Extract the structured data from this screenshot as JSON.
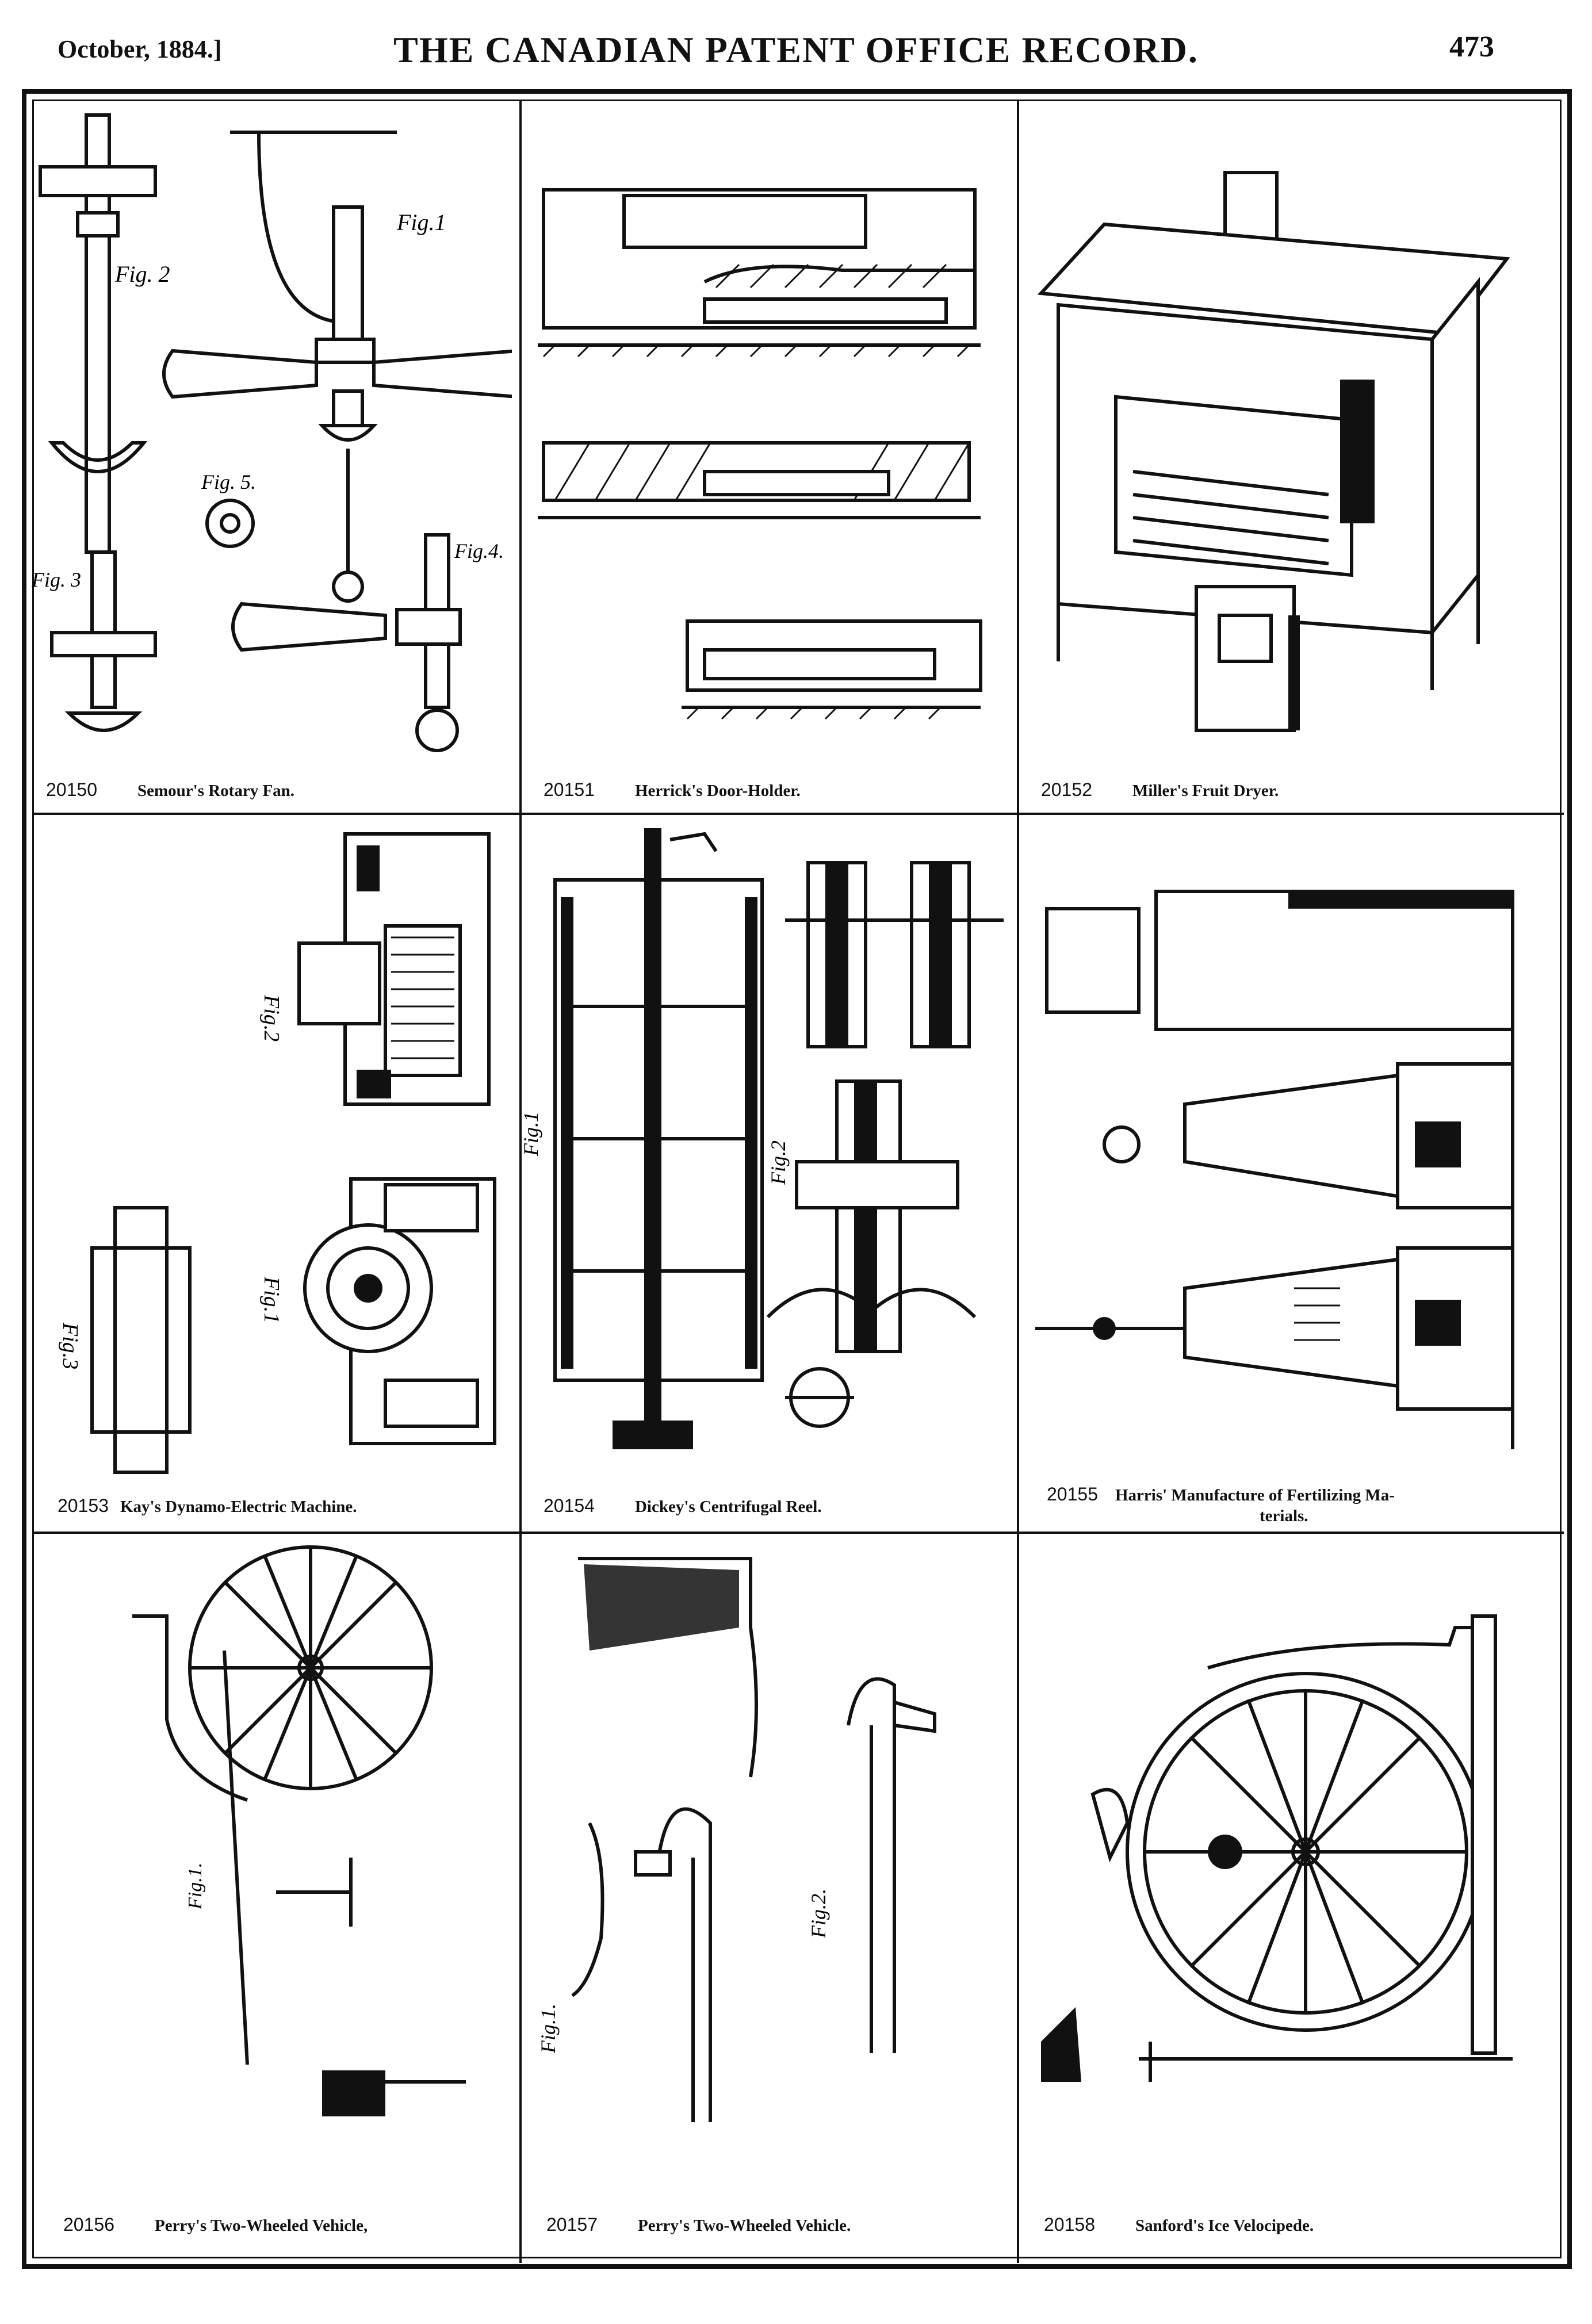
{
  "header": {
    "date": "October, 1884.]",
    "title": "THE CANADIAN PATENT OFFICE RECORD.",
    "page_number": "473"
  },
  "patents": [
    {
      "number": "20150",
      "title": "Semour's Rotary Fan."
    },
    {
      "number": "20151",
      "title": "Herrick's Door-Holder."
    },
    {
      "number": "20152",
      "title": "Miller's Fruit Dryer."
    },
    {
      "number": "20153",
      "title": "Kay's Dynamo-Electric Machine."
    },
    {
      "number": "20154",
      "title": "Dickey's Centrifugal Reel."
    },
    {
      "number": "20155",
      "title": "Harris' Manufacture of Fertilizing Ma-",
      "title_cont": "terials."
    },
    {
      "number": "20156",
      "title": "Perry's Two-Wheeled Vehicle,"
    },
    {
      "number": "20157",
      "title": "Perry's Two-Wheeled Vehicle."
    },
    {
      "number": "20158",
      "title": "Sanford's Ice Velocipede."
    }
  ],
  "figure_labels": {
    "fan_fig1": "Fig.1",
    "fan_fig2": "Fig. 2",
    "fan_fig3": "Fig. 3",
    "fan_fig4": "Fig.4.",
    "fan_fig5": "Fig. 5.",
    "dynamo_fig1": "Fig.1",
    "dynamo_fig2": "Fig.2",
    "dynamo_fig3": "Fig.3",
    "reel_fig1": "Fig.1",
    "reel_fig2": "Fig.2",
    "veh_fig1": "Fig.1.",
    "veh_fig2": "Fig.2."
  }
}
